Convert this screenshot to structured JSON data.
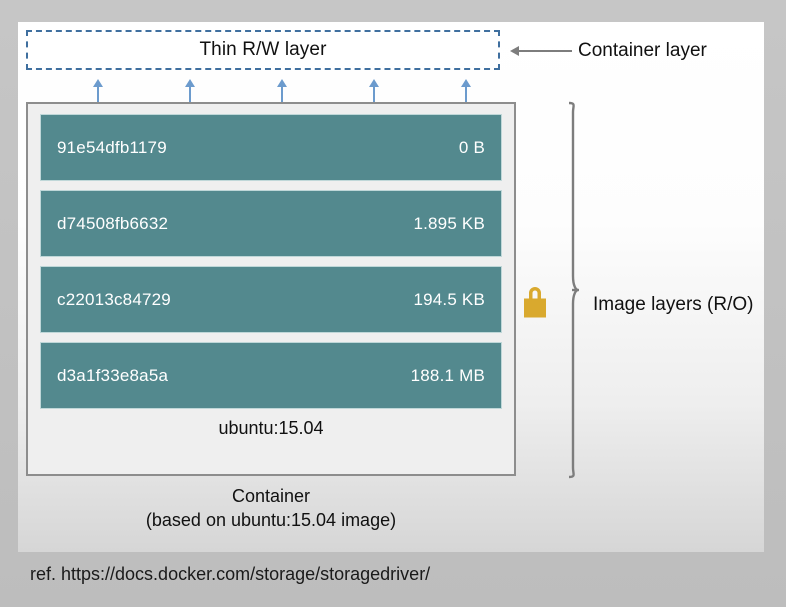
{
  "diagram": {
    "rw_layer": {
      "label": "Thin R/W layer"
    },
    "container_callout": {
      "label": "Container layer",
      "arrow_icon": "arrow-left-icon"
    },
    "image_layers_callout": {
      "label": "Image layers (R/O)",
      "brace_icon": "curly-brace-icon",
      "lock_icon": "padlock-icon"
    },
    "layers": [
      {
        "id": "91e54dfb1179",
        "size": "0 B"
      },
      {
        "id": "d74508fb6632",
        "size": "1.895 KB"
      },
      {
        "id": "c22013c84729",
        "size": "194.5 KB"
      },
      {
        "id": "d3a1f33e8a5a",
        "size": "188.1 MB"
      }
    ],
    "image_name": "ubuntu:15.04",
    "caption_line1": "Container",
    "caption_line2": "(based on ubuntu:15.04 image)",
    "arrow_count": 5
  },
  "footer": {
    "reference": "ref. https://docs.docker.com/storage/storagedriver/"
  },
  "colors": {
    "layer_fill": "#53898e",
    "lock": "#d9a92e",
    "dashed_border": "#3f6f9f",
    "double_arrow": "#6c9bcd",
    "callout_arrow": "#7d7d7d",
    "frame_border": "#8d8d8d"
  }
}
